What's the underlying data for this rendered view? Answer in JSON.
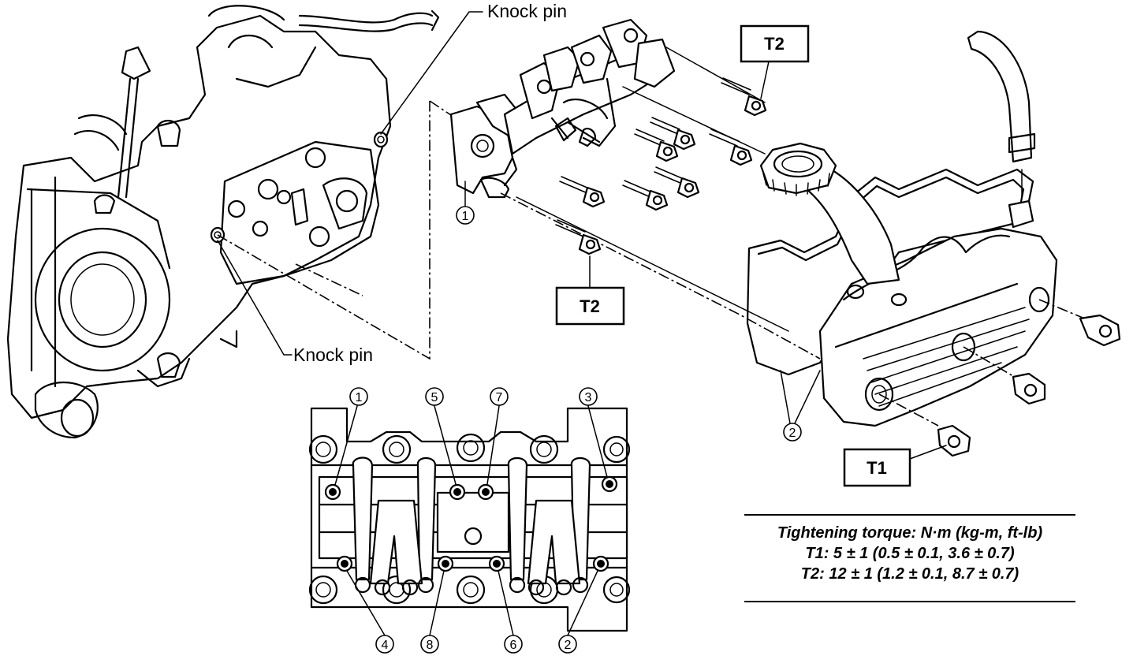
{
  "callouts": {
    "knock_pin_top": "Knock pin",
    "knock_pin_bottom": "Knock pin"
  },
  "torque_boxes": {
    "t2_top": "T2",
    "t2_mid": "T2",
    "t1": "T1"
  },
  "part_numbers": {
    "rocker_assembly": "1",
    "cover_gasket": "2"
  },
  "tightening_sequence": [
    "1",
    "5",
    "7",
    "3",
    "4",
    "8",
    "6",
    "2"
  ],
  "torque_table": {
    "heading": "Tightening torque: N·m (kg-m, ft-lb)",
    "t1": "T1: 5 ± 1 (0.5 ± 0.1, 3.6 ± 0.7)",
    "t2": "T2: 12 ± 1 (1.2 ± 0.1, 8.7 ± 0.7)"
  }
}
